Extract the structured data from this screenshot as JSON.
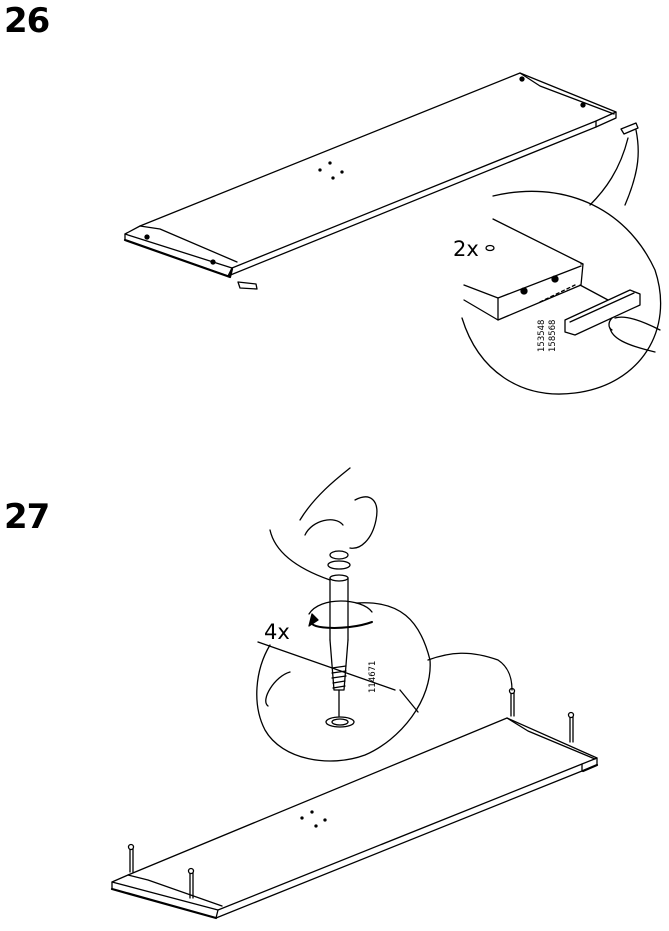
{
  "steps": [
    {
      "number": "26",
      "quantity": "2x",
      "part_numbers": [
        "153548",
        "158568"
      ]
    },
    {
      "number": "27",
      "quantity": "4x",
      "part_numbers": [
        "114671"
      ]
    }
  ]
}
